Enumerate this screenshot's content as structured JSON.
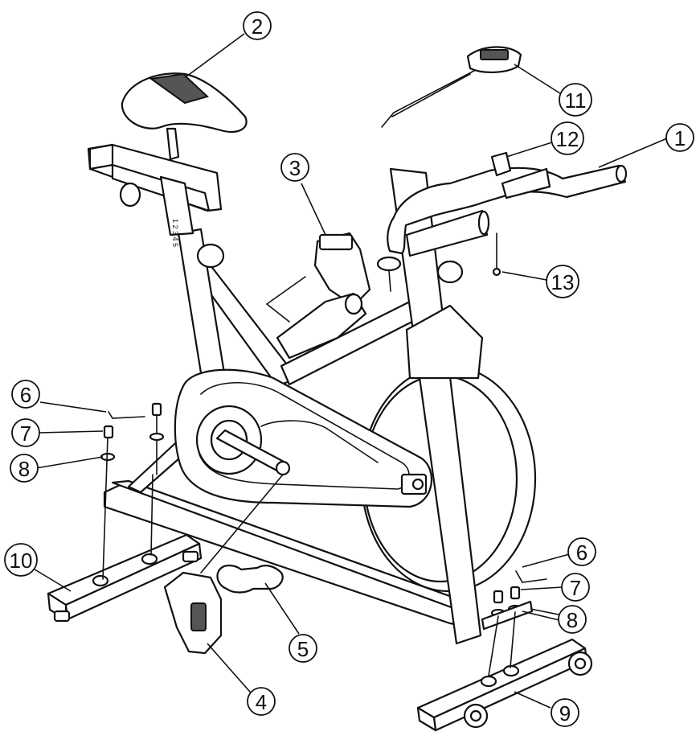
{
  "callouts": [
    {
      "id": "1",
      "label": "1"
    },
    {
      "id": "2",
      "label": "2"
    },
    {
      "id": "3",
      "label": "3"
    },
    {
      "id": "4",
      "label": "4"
    },
    {
      "id": "5",
      "label": "5"
    },
    {
      "id": "6a",
      "label": "6"
    },
    {
      "id": "6b",
      "label": "6"
    },
    {
      "id": "7a",
      "label": "7"
    },
    {
      "id": "7b",
      "label": "7"
    },
    {
      "id": "8a",
      "label": "8"
    },
    {
      "id": "8b",
      "label": "8"
    },
    {
      "id": "9",
      "label": "9"
    },
    {
      "id": "10",
      "label": "10"
    },
    {
      "id": "11",
      "label": "11"
    },
    {
      "id": "12",
      "label": "12"
    },
    {
      "id": "13",
      "label": "13"
    }
  ],
  "seatpost_marks": "1 2 3 4 5"
}
